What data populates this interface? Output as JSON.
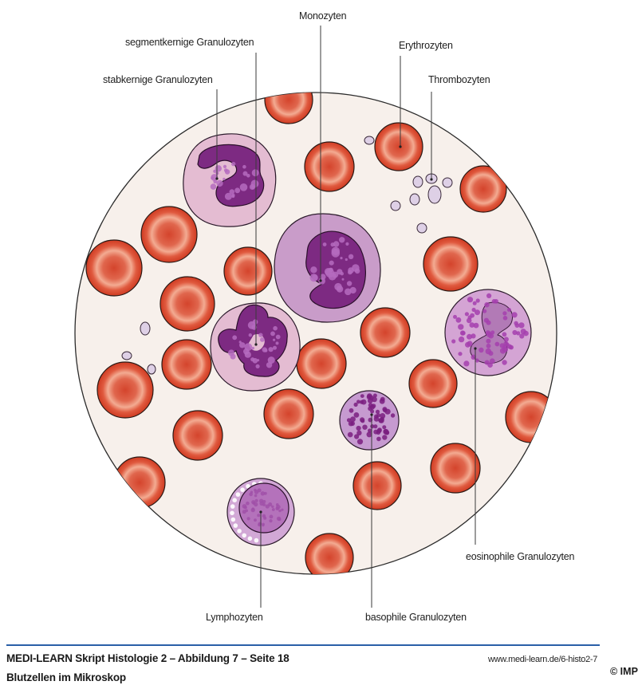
{
  "figure": {
    "labels": {
      "monocytes": "Monozyten",
      "segmented_granulocytes": "segmentkernige Granulozyten",
      "band_granulocytes": "stabkernige Granulozyten",
      "erythrocytes": "Erythrozyten",
      "thrombocytes": "Thrombozyten",
      "eosinophils": "eosinophile Granulozyten",
      "lymphocytes": "Lymphozyten",
      "basophils": "basophile Granulozyten"
    },
    "colors": {
      "field_background": "#f7f0eb",
      "erythrocyte_red": "#d8432c",
      "erythrocyte_highlight": "#f2a88e",
      "nucleus_purple": "#7d2a82",
      "neutrophil_cytoplasm": "#e4bcd2",
      "monocyte_cytoplasm": "#c99cc9",
      "eosinophil_cytoplasm": "#d4a4d4",
      "platelet": "#ded0e6",
      "footer_rule": "#2a5fa8"
    }
  },
  "footer": {
    "title": "MEDI-LEARN Skript Histologie 2 – Abbildung 7 – Seite 18",
    "subtitle": "Blutzellen im Mikroskop",
    "url": "www.medi-learn.de/6-histo2-7",
    "copyright": "© IMP"
  }
}
